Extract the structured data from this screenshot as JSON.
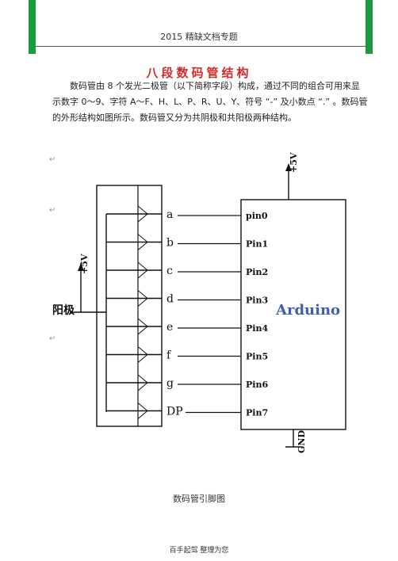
{
  "header": {
    "title": "2015 精缺文档专题"
  },
  "document": {
    "title": "八段数码管结构",
    "paragraph": "数码管由 8 个发光二极管（以下简称字段）构成，通过不同的组合可用来显示数字 0～9、字符 A～F、H、L、P、R、U、Y、符号 “-” 及小数点 “.” 。数码管的外形结构如图所示。数码管又分为共阴极和共阳极两种结构。"
  },
  "diagram": {
    "segments": [
      "a",
      "b",
      "c",
      "d",
      "e",
      "f",
      "g",
      "DP"
    ],
    "pins": [
      "pin0",
      "Pin1",
      "Pin2",
      "Pin3",
      "Pin4",
      "Pin5",
      "Pin6",
      "Pin7"
    ],
    "board_label": "Arduino",
    "vcc_top": "+5V",
    "vcc_left": "+5V",
    "anode_label": "阳极",
    "ground_label": "GND"
  },
  "caption": "数码管引脚图",
  "footer": "百手起驾 整理为您"
}
